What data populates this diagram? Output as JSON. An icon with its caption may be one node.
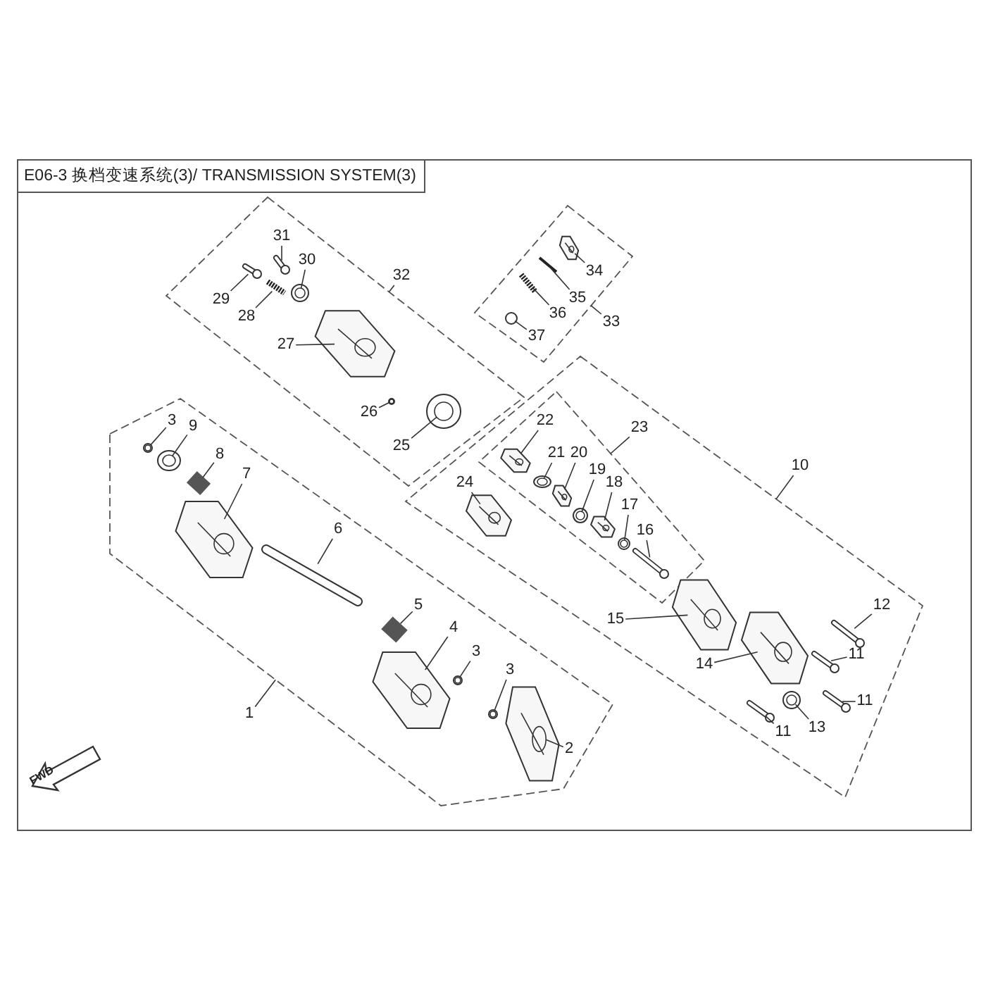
{
  "diagram": {
    "title": "E06-3 换档变速系统(3)/ TRANSMISSION SYSTEM(3)",
    "nodes": [
      {
        "text": [],
        "shape": "box"
      },
      {
        "text": [
          "31"
        ],
        "in": 0
      },
      {
        "text": [],
        "shape": "picture",
        "in": 0
      },
      {
        "text": [
          "30"
        ],
        "in": 0
      },
      {
        "text": [],
        "shape": "picture",
        "in": 0
      },
      {
        "text": [
          "29"
        ],
        "in": 0
      },
      {
        "text": [],
        "shape": "picture",
        "in": 0
      },
      {
        "text": [
          "28"
        ],
        "in": 0
      },
      {
        "text": [],
        "shape": "picture",
        "in": 0
      },
      {
        "text": [
          "27"
        ],
        "in": 0
      },
      {
        "text": [],
        "shape": "picture",
        "in": 0
      },
      {
        "text": [
          "26"
        ],
        "in": 0
      },
      {
        "text": [],
        "shape": "picture",
        "in": 0
      },
      {
        "text": [
          "25"
        ],
        "in": 0
      },
      {
        "text": [],
        "shape": "picture",
        "in": 0
      },
      {
        "text": [
          "32"
        ]
      },
      {
        "text": [],
        "shape": "box"
      },
      {
        "text": [
          "34"
        ],
        "in": 16
      },
      {
        "text": [],
        "shape": "picture",
        "in": 16
      },
      {
        "text": [
          "35"
        ],
        "in": 16
      },
      {
        "text": [],
        "shape": "picture",
        "in": 16
      },
      {
        "text": [
          "36"
        ],
        "in": 16
      },
      {
        "text": [],
        "shape": "picture",
        "in": 16
      },
      {
        "text": [
          "37"
        ],
        "in": 16
      },
      {
        "text": [],
        "shape": "circle",
        "in": 16
      },
      {
        "text": [
          "33"
        ]
      },
      {
        "text": [],
        "shape": "box"
      },
      {
        "text": [],
        "shape": "box",
        "in": 26
      },
      {
        "text": [
          "22"
        ],
        "in": 27
      },
      {
        "text": [],
        "shape": "picture",
        "in": 27
      },
      {
        "text": [
          "21"
        ],
        "in": 27
      },
      {
        "text": [],
        "shape": "picture",
        "in": 27
      },
      {
        "text": [
          "20"
        ],
        "in": 27
      },
      {
        "text": [],
        "shape": "picture",
        "in": 27
      },
      {
        "text": [
          "19"
        ],
        "in": 27
      },
      {
        "text": [],
        "shape": "picture",
        "in": 27
      },
      {
        "text": [
          "18"
        ],
        "in": 27
      },
      {
        "text": [],
        "shape": "picture",
        "in": 27
      },
      {
        "text": [
          "17"
        ],
        "in": 27
      },
      {
        "text": [],
        "shape": "picture",
        "in": 27
      },
      {
        "text": [
          "16"
        ],
        "in": 27
      },
      {
        "text": [],
        "shape": "picture",
        "in": 27
      },
      {
        "text": [
          "23"
        ],
        "in": 26
      },
      {
        "text": [
          "24"
        ],
        "in": 26
      },
      {
        "text": [],
        "shape": "picture",
        "in": 26
      },
      {
        "text": [
          "15"
        ],
        "in": 26
      },
      {
        "text": [],
        "shape": "picture",
        "in": 26
      },
      {
        "text": [
          "14"
        ],
        "in": 26
      },
      {
        "text": [],
        "shape": "picture",
        "in": 26
      },
      {
        "text": [
          "13"
        ],
        "in": 26
      },
      {
        "text": [],
        "shape": "picture",
        "in": 26
      },
      {
        "text": [
          "12"
        ],
        "in": 26
      },
      {
        "text": [],
        "shape": "picture",
        "in": 26
      },
      {
        "text": [
          "11"
        ],
        "in": 26
      },
      {
        "text": [],
        "shape": "picture",
        "in": 26
      },
      {
        "text": [
          "11"
        ],
        "in": 26
      },
      {
        "text": [],
        "shape": "picture",
        "in": 26
      },
      {
        "text": [
          "11"
        ],
        "in": 26
      },
      {
        "text": [],
        "shape": "picture",
        "in": 26
      },
      {
        "text": [
          "10"
        ]
      },
      {
        "text": [],
        "shape": "box"
      },
      {
        "text": [
          "3"
        ],
        "in": 60
      },
      {
        "text": [],
        "shape": "picture",
        "in": 60
      },
      {
        "text": [
          "9"
        ],
        "in": 60
      },
      {
        "text": [],
        "shape": "picture",
        "in": 60
      },
      {
        "text": [
          "8"
        ],
        "in": 60
      },
      {
        "text": [],
        "shape": "picture",
        "in": 60
      },
      {
        "text": [
          "7"
        ],
        "in": 60
      },
      {
        "text": [],
        "shape": "picture",
        "in": 60
      },
      {
        "text": [
          "6"
        ],
        "in": 60
      },
      {
        "text": [],
        "shape": "picture",
        "in": 60
      },
      {
        "text": [
          "5"
        ],
        "in": 60
      },
      {
        "text": [],
        "shape": "picture",
        "in": 60
      },
      {
        "text": [
          "4"
        ],
        "in": 60
      },
      {
        "text": [],
        "shape": "picture",
        "in": 60
      },
      {
        "text": [
          "3"
        ],
        "in": 60
      },
      {
        "text": [],
        "shape": "picture",
        "in": 60
      },
      {
        "text": [
          "3"
        ],
        "in": 60
      },
      {
        "text": [],
        "shape": "picture",
        "in": 60
      },
      {
        "text": [
          "2"
        ],
        "in": 60
      },
      {
        "text": [],
        "shape": "picture",
        "in": 60
      },
      {
        "text": [
          "1"
        ]
      }
    ],
    "edges": [
      {
        "from": 1,
        "to": 2,
        "arrow": "none"
      },
      {
        "from": 3,
        "to": 4,
        "arrow": "none"
      },
      {
        "from": 5,
        "to": 6,
        "arrow": "none"
      },
      {
        "from": 7,
        "to": 8,
        "arrow": "none"
      },
      {
        "from": 9,
        "to": 10,
        "arrow": "none"
      },
      {
        "from": 11,
        "to": 12,
        "arrow": "none"
      },
      {
        "from": 13,
        "to": 14,
        "arrow": "none"
      },
      {
        "from": 15,
        "to": 0,
        "arrow": "none"
      },
      {
        "from": 17,
        "to": 18,
        "arrow": "none"
      },
      {
        "from": 19,
        "to": 20,
        "arrow": "none"
      },
      {
        "from": 21,
        "to": 22,
        "arrow": "none"
      },
      {
        "from": 23,
        "to": 24,
        "arrow": "none"
      },
      {
        "from": 25,
        "to": 16,
        "arrow": "none"
      },
      {
        "from": 28,
        "to": 29,
        "arrow": "none"
      },
      {
        "from": 30,
        "to": 31,
        "arrow": "none"
      },
      {
        "from": 32,
        "to": 33,
        "arrow": "none"
      },
      {
        "from": 34,
        "to": 35,
        "arrow": "none"
      },
      {
        "from": 36,
        "to": 37,
        "arrow": "none"
      },
      {
        "from": 38,
        "to": 39,
        "arrow": "none"
      },
      {
        "from": 40,
        "to": 41,
        "arrow": "none"
      },
      {
        "from": 42,
        "to": 27,
        "arrow": "none"
      },
      {
        "from": 43,
        "to": 44,
        "arrow": "none"
      },
      {
        "from": 45,
        "to": 46,
        "arrow": "none"
      },
      {
        "from": 47,
        "to": 48,
        "arrow": "none"
      },
      {
        "from": 49,
        "to": 50,
        "arrow": "none"
      },
      {
        "from": 51,
        "to": 52,
        "arrow": "none"
      },
      {
        "from": 53,
        "to": 54,
        "arrow": "none"
      },
      {
        "from": 55,
        "to": 56,
        "arrow": "none"
      },
      {
        "from": 57,
        "to": 58,
        "arrow": "none"
      },
      {
        "from": 59,
        "to": 26,
        "arrow": "none"
      },
      {
        "from": 61,
        "to": 62,
        "arrow": "none"
      },
      {
        "from": 63,
        "to": 64,
        "arrow": "none"
      },
      {
        "from": 65,
        "to": 66,
        "arrow": "none"
      },
      {
        "from": 67,
        "to": 68,
        "arrow": "none"
      },
      {
        "from": 69,
        "to": 70,
        "arrow": "none"
      },
      {
        "from": 71,
        "to": 72,
        "arrow": "none"
      },
      {
        "from": 73,
        "to": 74,
        "arrow": "none"
      },
      {
        "from": 75,
        "to": 76,
        "arrow": "none"
      },
      {
        "from": 77,
        "to": 78,
        "arrow": "none"
      },
      {
        "from": 79,
        "to": 80,
        "arrow": "none"
      },
      {
        "from": 81,
        "to": 60,
        "arrow": "none"
      }
    ],
    "labels": [
      "FWD"
    ]
  }
}
